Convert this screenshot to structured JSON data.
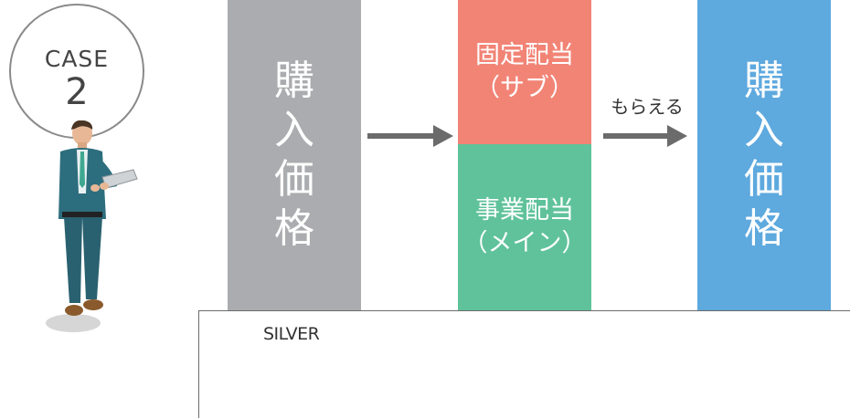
{
  "case": {
    "label": "CASE",
    "number": "2"
  },
  "purchase_column": {
    "text": "購入価格",
    "color": "#abacaf"
  },
  "dividend_column": {
    "top": {
      "title": "固定配当",
      "subtitle": "（サブ）",
      "color": "#f28476"
    },
    "bottom": {
      "title": "事業配当",
      "subtitle": "（メイン）",
      "color": "#5fc29a"
    }
  },
  "receive_label": "もらえる",
  "result_column": {
    "text": "購入価格",
    "color": "#5ea9de"
  },
  "panel": {
    "tag": "SILVER"
  },
  "icons": [
    "right-arrow-icon",
    "right-arrow-icon",
    "businessman-tablet-icon"
  ]
}
